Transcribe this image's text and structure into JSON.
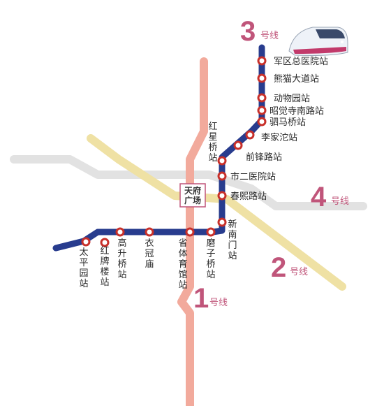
{
  "lines": {
    "l1": {
      "num": "1",
      "suffix": "号线",
      "color": "#f2a89a"
    },
    "l2": {
      "num": "2",
      "suffix": "号线",
      "color": "#efe0a0"
    },
    "l3": {
      "num": "3",
      "suffix": "号线",
      "color": "#283c8e"
    },
    "l4": {
      "num": "4",
      "suffix": "号线",
      "color": "#dcdcdc"
    }
  },
  "label_color": "#c0557a",
  "hub": {
    "line1": "天府",
    "line2": "广场"
  },
  "stations": {
    "junqu": "军区总医院站",
    "xiongmao": "熊猫大道站",
    "dongwuyuan": "动物园站",
    "zhaojue": "昭觉寺南路站",
    "sima": "驷马桥站",
    "lijiatuo": "李家沱站",
    "qianfeng": "前锋路站",
    "hongxing": "红星桥站",
    "shier": "市二医院站",
    "chunxi": "春熙路站",
    "xinnanmen": "新南门站",
    "mozi": "磨子桥站",
    "shengtiyu": "省体育馆站",
    "yiguanmiao": "衣冠庙",
    "gaosheng": "高升桥站",
    "hongpailou": "红牌楼站",
    "taipingyuan": "太平园站"
  },
  "train_icon": "train-icon"
}
